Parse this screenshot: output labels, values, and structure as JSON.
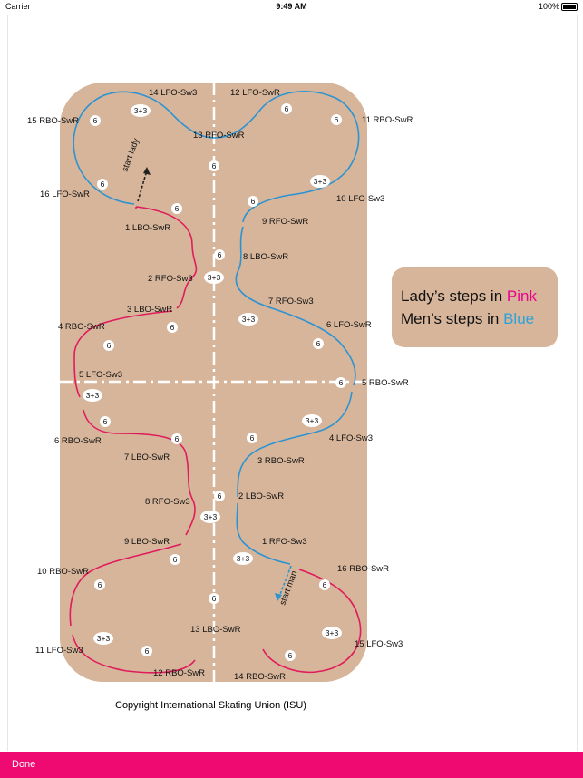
{
  "status_bar": {
    "carrier": "Carrier",
    "time": "9:49 AM",
    "battery": "100%"
  },
  "legend": {
    "line1_prefix": "Lady’s steps in ",
    "line1_color_word": "Pink",
    "line2_prefix": "Men’s steps in ",
    "line2_color_word": "Blue"
  },
  "copyright": "Copyright International Skating Union (ISU)",
  "bottom_bar": {
    "done_label": "Done"
  },
  "start_lady": "start lady",
  "start_man": "start man",
  "colors": {
    "rink": "#d6b59a",
    "lady": "#e01c5c",
    "man": "#2c93d2"
  },
  "step_labels": {
    "s14_lfo_sw3": "14 LFO-Sw3",
    "s12_lfo_swr": "12 LFO-SwR",
    "s15_rbo_swr": "15 RBO-SwR",
    "s11_rbo_swr": "11 RBO-SwR",
    "s13_rfo_swr": "13 RFO-SwR",
    "s16_lfo_swr": "16 LFO-SwR",
    "s10_lfo_sw3": "10 LFO-Sw3",
    "s1_lbo_swr": "1 LBO-SwR",
    "s9_rfo_swr": "9 RFO-SwR",
    "s8_lbo_swr": "8 LBO-SwR",
    "s2_rfo_sw3": "2 RFO-Sw3",
    "s7_rfo_sw3": "7 RFO-Sw3",
    "s3_lbo_swr": "3 LBO-SwR",
    "s4_rbo_swr": "4 RBO-SwR",
    "s6_lfo_swr": "6 LFO-SwR",
    "s5_lfo_sw3": "5 LFO-Sw3",
    "s5_rbo_swr": "5 RBO-SwR",
    "s6_rbo_swr": "6 RBO-SwR",
    "s4_lfo_sw3": "4 LFO-Sw3",
    "s7_lbo_swr": "7 LBO-SwR",
    "s3_rbo_swr": "3 RBO-SwR",
    "s2_lbo_swr": "2 LBO-SwR",
    "s8_rfo_sw3": "8 RFO-Sw3",
    "s9_lbo_swr": "9 LBO-SwR",
    "s1_rfo_sw3": "1 RFO-Sw3",
    "s10_rbo_swr": "10 RBO-SwR",
    "s16_rbo_swr": "16 RBO-SwR",
    "s13_lbo_swr": "13 LBO-SwR",
    "s11_lfo_sw3": "11 LFO-Sw3",
    "s15_lfo_sw3": "15 LFO-Sw3",
    "s12_rbo_swr": "12 RBO-SwR",
    "s14_rbo_swr": "14 RBO-SwR"
  },
  "beat_counts": {
    "six": "6",
    "three_plus_three": "3+3"
  }
}
